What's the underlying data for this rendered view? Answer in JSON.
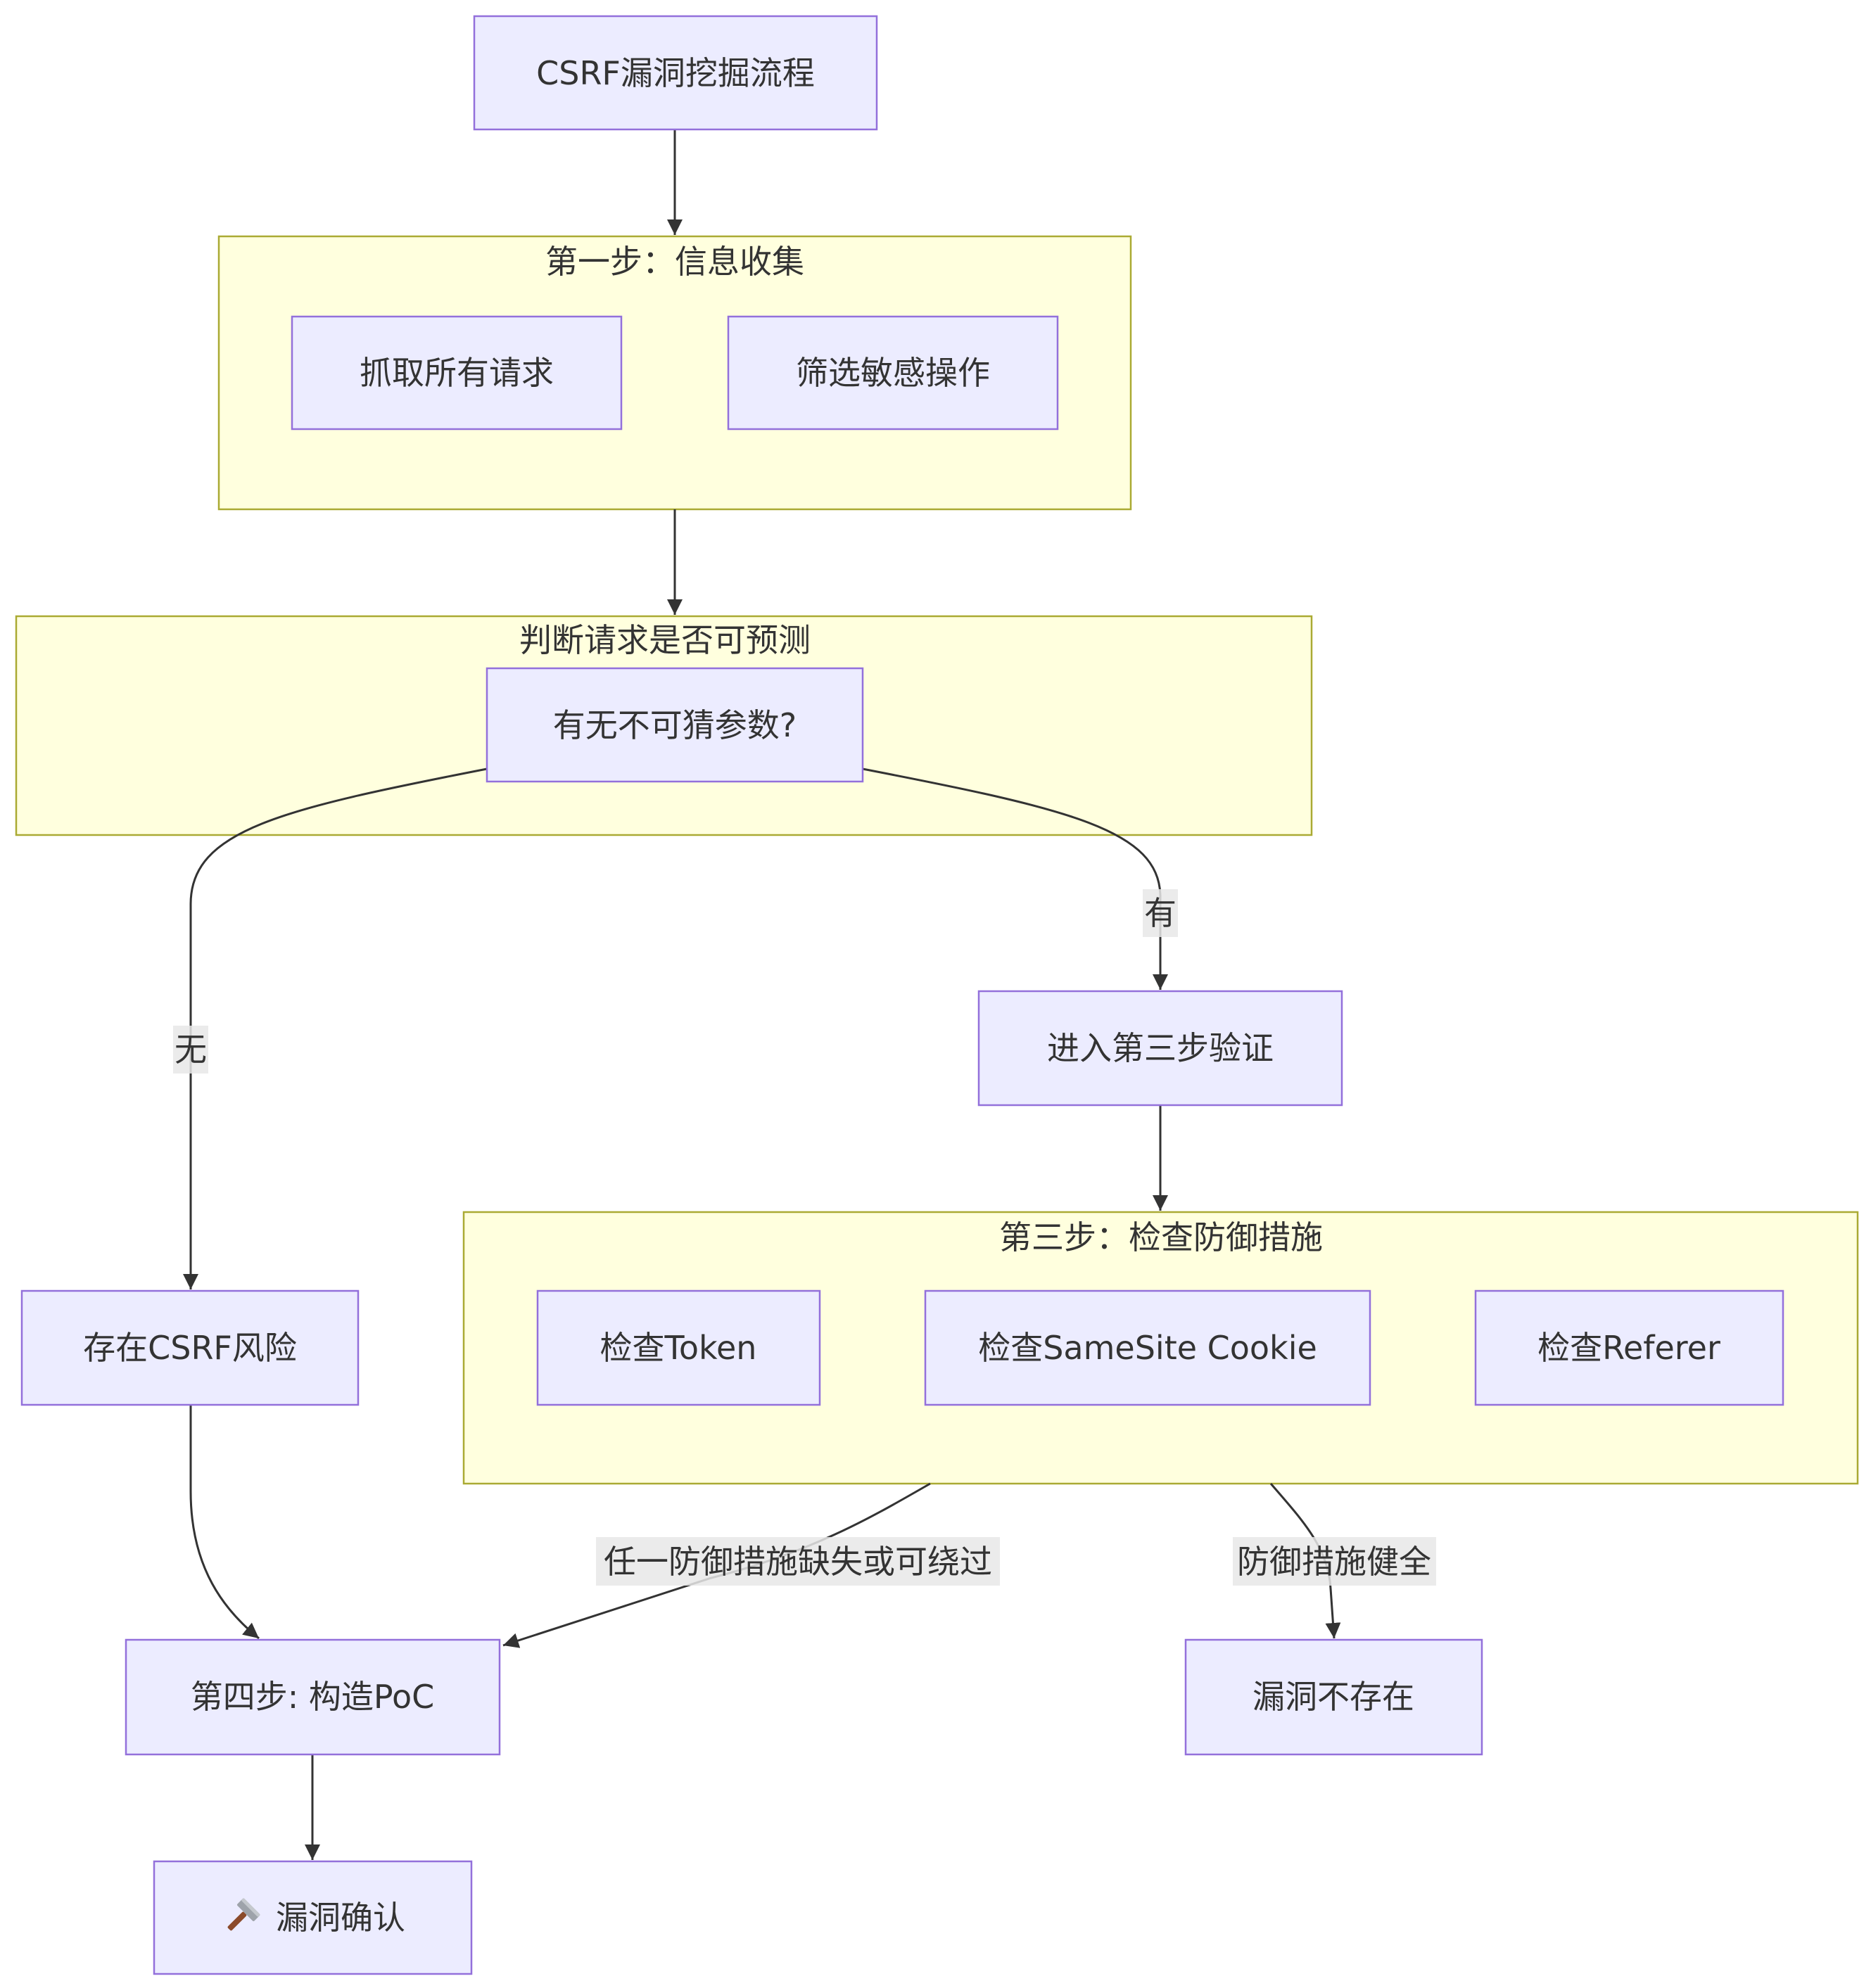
{
  "colors": {
    "node_fill": "#ECECFF",
    "node_stroke": "#9370DB",
    "cluster_fill": "#FFFFDE",
    "cluster_stroke": "#AAAA33",
    "edge": "#333333",
    "label_bg": "#E8E8E8",
    "text": "#333333"
  },
  "start_node": "CSRF漏洞挖掘流程",
  "clusters": [
    {
      "title": "第一步：信息收集",
      "nodes": [
        "抓取所有请求",
        "筛选敏感操作"
      ]
    },
    {
      "title": "判断请求是否可预测",
      "nodes": [
        "有无不可猜参数?"
      ]
    },
    {
      "title": "第三步：检查防御措施",
      "nodes": [
        "检查Token",
        "检查SameSite Cookie",
        "检查Referer"
      ]
    }
  ],
  "nodes": {
    "risk": "存在CSRF风险",
    "go_step3": "进入第三步验证",
    "step4": "第四步: 构造PoC",
    "not_exist": "漏洞不存在",
    "confirmed": {
      "icon": "hammer-icon",
      "label": "漏洞确认"
    }
  },
  "edge_labels": {
    "no": "无",
    "yes": "有",
    "bypass": "任一防御措施缺失或可绕过",
    "robust": "防御措施健全"
  }
}
